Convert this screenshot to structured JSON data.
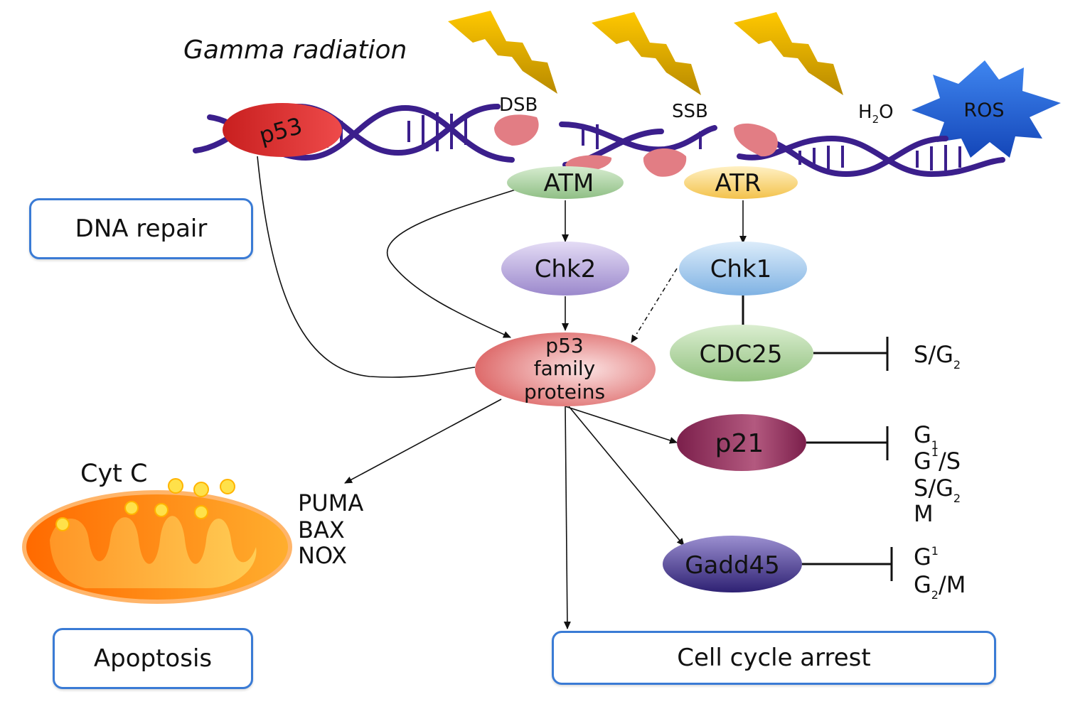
{
  "title": "Gamma radiation",
  "dna_labels": {
    "dsb": "DSB",
    "ssb": "SSB",
    "h2o_base": "H",
    "h2o_sub": "2",
    "h2o_tail": "O",
    "ros": "ROS",
    "p53": "p53"
  },
  "nodes": {
    "atm": "ATM",
    "atr": "ATR",
    "chk2": "Chk2",
    "chk1": "Chk1",
    "cdc25": "CDC25",
    "p53_family": [
      "p53",
      "family",
      "proteins"
    ],
    "p21": "p21",
    "gadd45": "Gadd45"
  },
  "targets": {
    "cyt_c": "Cyt C",
    "apoptotic_genes": [
      "PUMA",
      "BAX",
      "NOX"
    ]
  },
  "phases": {
    "cdc25": [
      {
        "base": "S/G",
        "sub": "2",
        "sup": ""
      }
    ],
    "p21": [
      {
        "base": "G",
        "sub": "1",
        "sup": "",
        "tail": ""
      },
      {
        "base": "G",
        "sub": "1",
        "sup": "",
        "tail": "/S"
      },
      {
        "base": "S/G",
        "sub": "2",
        "sup": "",
        "tail": ""
      },
      {
        "base": "M",
        "sub": "",
        "sup": "",
        "tail": ""
      }
    ],
    "gadd45": [
      {
        "base": "G",
        "sub": "",
        "sup": "1",
        "tail": ""
      },
      {
        "base": "G",
        "sub": "2",
        "sup": "",
        "tail": "/M"
      }
    ]
  },
  "boxes": {
    "dna_repair": "DNA repair",
    "apoptosis": "Apoptosis",
    "cell_cycle_arrest": "Cell cycle arrest"
  },
  "colors": {
    "dna": "#3b1f8c",
    "box_border": "#3a7bd5",
    "p53_red": "#d42a2a",
    "ros_blue": "#1f5fd6",
    "lightning": "#f0b400",
    "atm_green": "#9fc996",
    "atr_yellow": "#f5cf6a",
    "chk2_purple": "#b3a5d8",
    "chk1_blue": "#9ec7ec",
    "cdc25_green": "#a7cf96",
    "p53fam_pink": "#e27b7b",
    "p21_maroon": "#8e2a5c",
    "gadd45_indigo": "#48388f",
    "mito_orange": "#ff7a10"
  }
}
